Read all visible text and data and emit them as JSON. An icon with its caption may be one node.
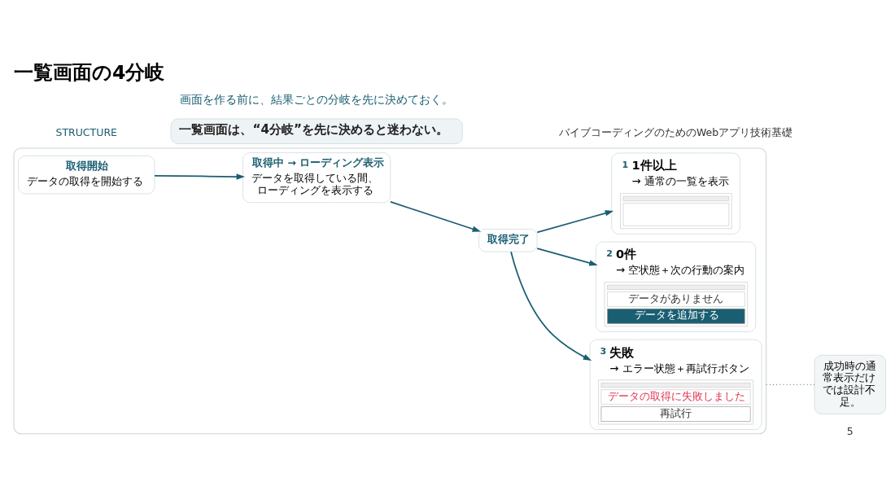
{
  "diagram": {
    "title": "一覧画面の4分岐",
    "nodes": [
      {
        "text": [],
        "shape": "box"
      },
      {
        "text": [
          "取得開始",
          "データの取得を開始する"
        ],
        "in": 0
      },
      {
        "text": [
          "取得中 → ローディング表示",
          "データを取得している間、ローディングを表示する"
        ],
        "in": 0
      },
      {
        "text": [
          "取得完了"
        ],
        "in": 0
      },
      {
        "text": [
          "1",
          "1件以上",
          "→ 通常の一覧を表示"
        ],
        "in": 0
      },
      {
        "text": [
          "2",
          "0件",
          "→ 空状態＋次の行動の案内",
          "データがありません",
          "データを追加する"
        ],
        "in": 0
      },
      {
        "text": [
          "3",
          "失敗",
          "→ エラー状態＋再試行ボタン",
          "データの取得に失敗しました",
          "再試行"
        ],
        "in": 0
      },
      {
        "text": [
          "成功時の通常表示だけでは設計不足。"
        ]
      },
      {
        "text": [
          "一覧画面は、“4分岐”を先に決めると迷わない。"
        ]
      }
    ],
    "edges": [
      {
        "from": 1,
        "to": 2,
        "arrow": "to"
      },
      {
        "from": 2,
        "to": 3,
        "arrow": "to"
      },
      {
        "from": 3,
        "to": 4,
        "arrow": "to"
      },
      {
        "from": 3,
        "to": 5,
        "arrow": "to"
      },
      {
        "from": 3,
        "to": 6,
        "arrow": "to"
      },
      {
        "from": 0,
        "to": 7,
        "arrow": "none",
        "style": "dashed"
      }
    ],
    "labels": [
      "STRUCTURE",
      "画面を作る前に、結果ごとの分岐を先に決めておく。",
      "バイブコーディングのためのWebアプリ技術基礎",
      "5"
    ]
  }
}
